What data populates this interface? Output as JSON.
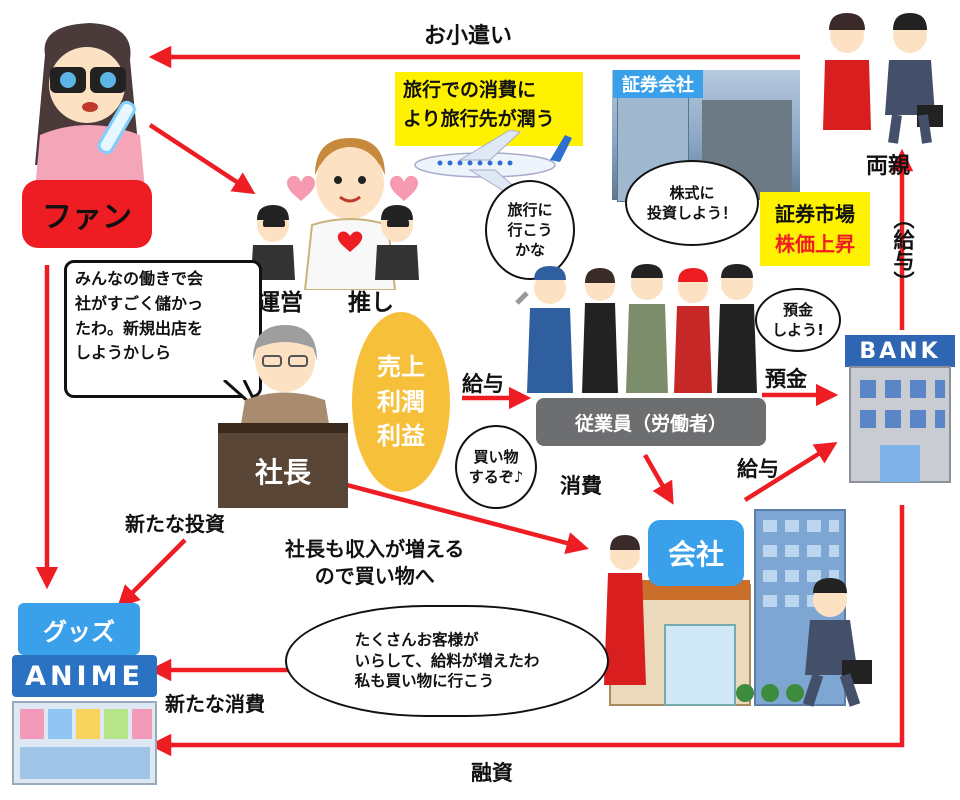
{
  "labels": {
    "okozukai": "お小遣い",
    "ryoshin": "両親",
    "kyuyo_vertical": "（給与）",
    "fan": "ファン",
    "unei": "運営",
    "oshi": "推し",
    "shacho": "社長",
    "uriage": "売上\n利潤\n利益",
    "kyuyo1": "給与",
    "kyuyo2": "給与",
    "yokin": "預金",
    "shohi": "消費",
    "juugyouin": "従業員（労働者）",
    "kaisha": "会社",
    "shinki_toushi": "新たな投資",
    "shacho_kaimono": "社長も収入が増える\nので買い物へ",
    "goods": "グッズ",
    "anime": "ANIME",
    "arata_shohi": "新たな消費",
    "yuushi": "融資",
    "bank": "BANK",
    "shoken_gaisha": "証券会社",
    "shoken_ichiba": "証券市場",
    "kabuka": "株価上昇"
  },
  "bubbles": {
    "ryokou_box": "旅行での消費に\nより旅行先が潤う",
    "ryokou_bubble": "旅行に\n行こう\nかな",
    "kabushiki": "株式に\n投資しよう！",
    "yokin_bubble": "預金\nしよう!",
    "kaimono_bubble": "買い物\nするぞ♪",
    "shacho_bubble": "みんなの働きで会\n社がすごく儲かっ\nたわ。新規出店を\nしようかしら",
    "okyaku_bubble": "たくさんお客様が\nいらして、給料が増えたわ\n私も買い物に行こう"
  },
  "colors": {
    "arrow": "#ee1c23",
    "fan_box": "#ee1c23",
    "blue_box": "#3aa0ea",
    "yellow_box": "#fff200",
    "oval": "#f6c03b",
    "kabuka_text": "#ee1c23",
    "dark_box": "#5a4636",
    "gray_box": "#6d6e70"
  }
}
